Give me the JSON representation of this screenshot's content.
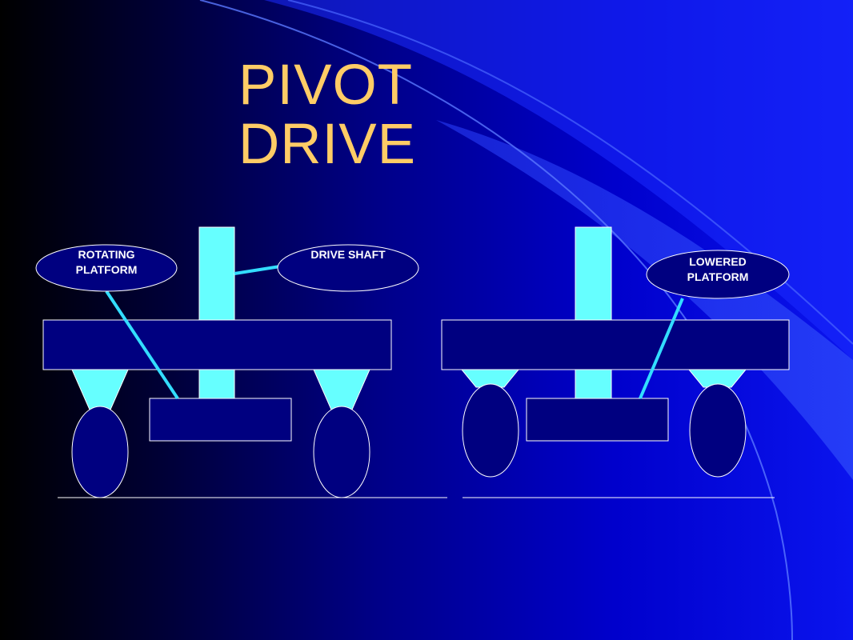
{
  "slide": {
    "title_line1": "PIVOT",
    "title_line2": "DRIVE",
    "callouts": {
      "rotating_platform": "ROTATING\nPLATFORM",
      "drive_shaft": "DRIVE  SHAFT",
      "lowered_platform": "LOWERED\nPLATFORM"
    }
  },
  "colors": {
    "title": "#ffcc66",
    "body_fill": "#000080",
    "shaft_fill": "#66ffff",
    "leader_line": "#33ddff",
    "outline": "#ffffff"
  }
}
